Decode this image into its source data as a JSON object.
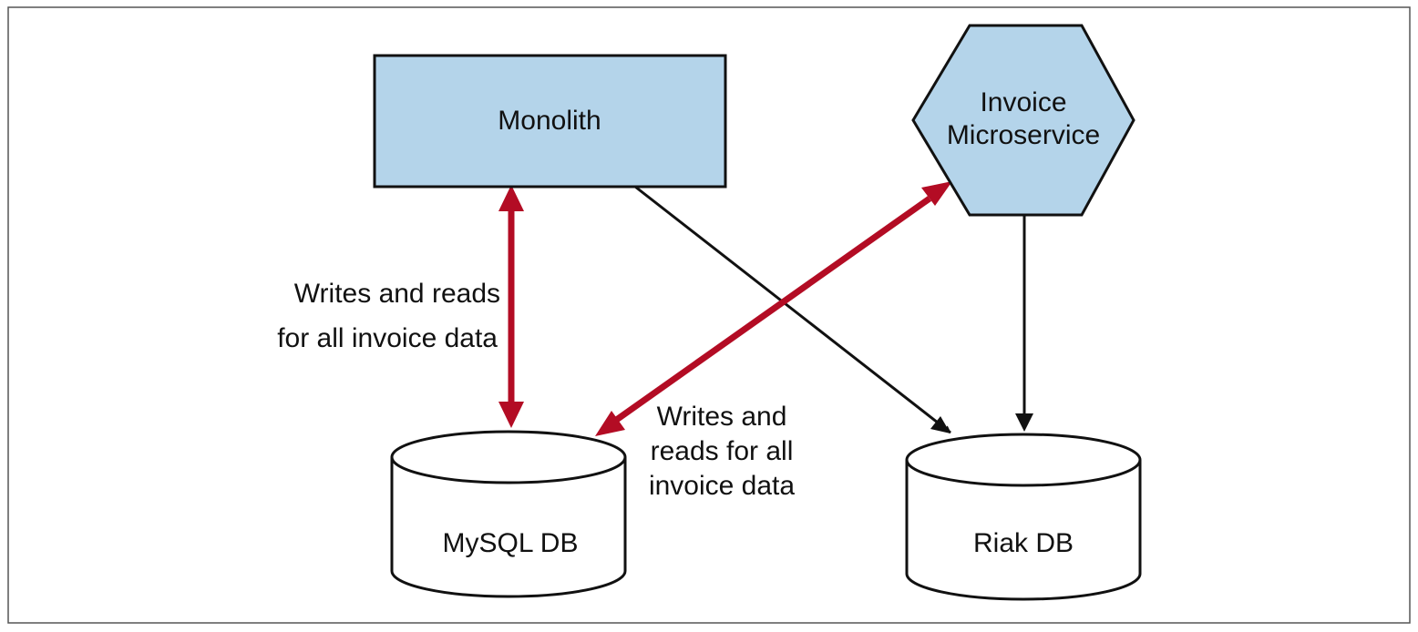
{
  "nodes": {
    "monolith": {
      "label": "Monolith"
    },
    "invoice_microservice": {
      "label_line1": "Invoice",
      "label_line2": "Microservice"
    },
    "mysql_db": {
      "label": "MySQL DB"
    },
    "riak_db": {
      "label": "Riak DB"
    }
  },
  "edges": {
    "monolith_mysql": {
      "label_line1": "Writes and reads",
      "label_line2": "for all invoice data"
    },
    "microservice_mysql": {
      "label_line1": "Writes and",
      "label_line2": "reads for all",
      "label_line3": "invoice data"
    }
  },
  "colors": {
    "node_fill": "#b4d4ea",
    "stroke": "#111111",
    "accent_arrow": "#b30c24",
    "background": "#ffffff"
  }
}
